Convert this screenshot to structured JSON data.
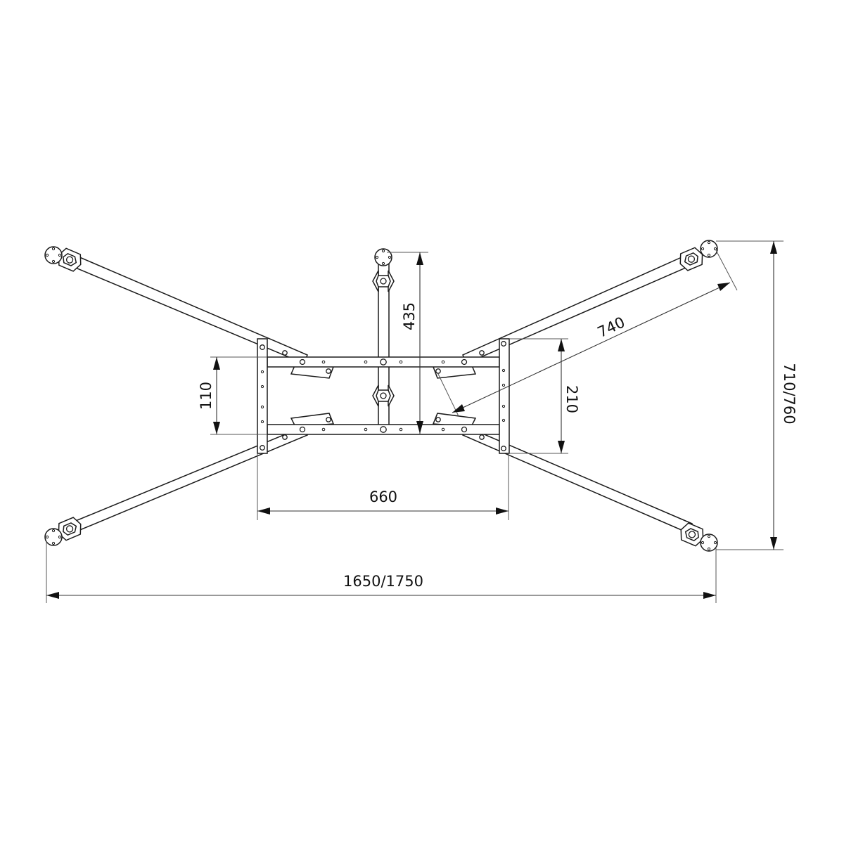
{
  "diagram": {
    "title": "",
    "type": "technical-drawing",
    "subject": "X-frame table base with center column, top view",
    "colors": {
      "line": "#1a1a1a",
      "dimension": "#333333",
      "background": "#ffffff"
    },
    "dimensions": {
      "overall_width": {
        "label": "1650/1750",
        "orientation": "horizontal"
      },
      "overall_depth": {
        "label": "710/760",
        "orientation": "vertical"
      },
      "frame_width": {
        "label": "660",
        "orientation": "horizontal"
      },
      "frame_depth": {
        "label": "210",
        "orientation": "vertical"
      },
      "rail_spacing": {
        "label": "110",
        "orientation": "vertical"
      },
      "center_column_height": {
        "label": "435",
        "orientation": "vertical"
      },
      "arm_length": {
        "label": "740",
        "orientation": "diagonal"
      }
    },
    "components": [
      {
        "id": "left-upright",
        "label": "Left vertical plate"
      },
      {
        "id": "right-upright",
        "label": "Right vertical plate"
      },
      {
        "id": "top-rail",
        "label": "Upper horizontal rail"
      },
      {
        "id": "bottom-rail",
        "label": "Lower horizontal rail"
      },
      {
        "id": "center-post",
        "label": "Central column"
      },
      {
        "id": "arm-top-left",
        "label": "Top-left leg arm"
      },
      {
        "id": "arm-top-right",
        "label": "Top-right leg arm"
      },
      {
        "id": "arm-bottom-left",
        "label": "Bottom-left leg arm"
      },
      {
        "id": "arm-bottom-right",
        "label": "Bottom-right leg arm"
      },
      {
        "id": "foot-pad",
        "label": "Circular foot pad with hex nut"
      }
    ]
  }
}
